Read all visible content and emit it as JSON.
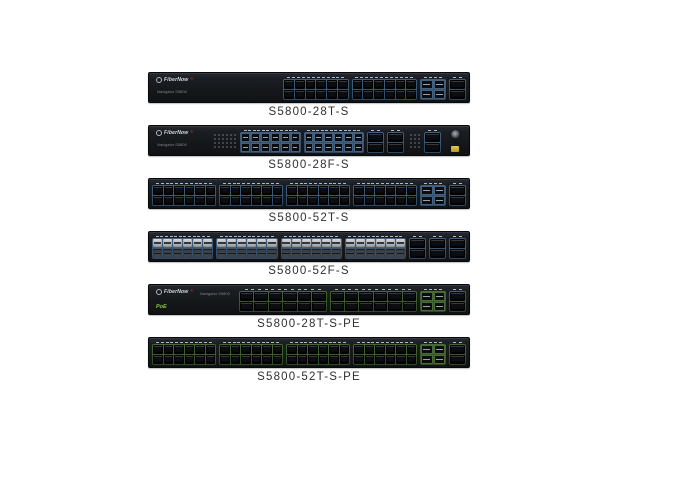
{
  "page": {
    "background": "#ffffff"
  },
  "brand": {
    "name": "FiberNow",
    "mark": "®",
    "series_text": "Navigator S5800",
    "poe_label": "PoE"
  },
  "colors": {
    "chassis_top": "#262a30",
    "chassis_bottom": "#101214",
    "bezel_blue_1": "#44627f",
    "bezel_blue_2": "#2b4763",
    "bezel_green_1": "#4a6b33",
    "bezel_green_2": "#2c4a20",
    "led_tick": "#dce4ec",
    "sfp_silver": "#b9bdc2",
    "sticker_yellow": "#d4b63a",
    "poe_text": "#85c440",
    "red_mark": "#c0392b",
    "label_text": "#303030"
  },
  "figures": [
    {
      "label": "S5800-28T-S",
      "accent": "blue",
      "segments": [
        {
          "kind": "logo-panel",
          "width": 128,
          "series": "below"
        },
        {
          "kind": "rj45-group",
          "cols": 6
        },
        {
          "kind": "rj45-group",
          "cols": 6
        },
        {
          "kind": "sfp-block"
        },
        {
          "kind": "rj45-pair"
        }
      ]
    },
    {
      "label": "S5800-28F-S",
      "accent": "blue",
      "segments": [
        {
          "kind": "logo-panel",
          "width": 56,
          "series": "below"
        },
        {
          "kind": "led-grid",
          "width": 26
        },
        {
          "kind": "sfp-cage-group",
          "cols": 6
        },
        {
          "kind": "sfp-cage-group",
          "cols": 6
        },
        {
          "kind": "rj45-pair"
        },
        {
          "kind": "rj45-pair"
        },
        {
          "kind": "led-grid",
          "width": 14
        },
        {
          "kind": "rj45-pair"
        },
        {
          "kind": "end-panel"
        }
      ]
    },
    {
      "label": "S5800-52T-S",
      "accent": "blue",
      "segments": [
        {
          "kind": "rj45-group",
          "cols": 6
        },
        {
          "kind": "rj45-group",
          "cols": 6
        },
        {
          "kind": "rj45-group",
          "cols": 6
        },
        {
          "kind": "rj45-group",
          "cols": 6
        },
        {
          "kind": "sfp-block"
        },
        {
          "kind": "rj45-pair"
        }
      ]
    },
    {
      "label": "S5800-52F-S",
      "accent": "blue",
      "segments": [
        {
          "kind": "sfp-slot-group",
          "cols": 6
        },
        {
          "kind": "sfp-slot-group",
          "cols": 6
        },
        {
          "kind": "sfp-slot-group",
          "cols": 6
        },
        {
          "kind": "sfp-slot-group",
          "cols": 6
        },
        {
          "kind": "rj45-pair"
        },
        {
          "kind": "rj45-pair"
        },
        {
          "kind": "rj45-pair"
        }
      ]
    },
    {
      "label": "S5800-28T-S-PE",
      "accent": "green",
      "segments": [
        {
          "kind": "logo-panel",
          "width": 84,
          "series": "inline",
          "poe": true
        },
        {
          "kind": "rj45-group",
          "cols": 6
        },
        {
          "kind": "rj45-group",
          "cols": 6
        },
        {
          "kind": "sfp-block"
        },
        {
          "kind": "rj45-pair"
        }
      ]
    },
    {
      "label": "S5800-52T-S-PE",
      "accent": "green",
      "segments": [
        {
          "kind": "rj45-group",
          "cols": 6
        },
        {
          "kind": "rj45-group",
          "cols": 6
        },
        {
          "kind": "rj45-group",
          "cols": 6
        },
        {
          "kind": "rj45-group",
          "cols": 6
        },
        {
          "kind": "sfp-block"
        },
        {
          "kind": "rj45-pair"
        }
      ]
    }
  ]
}
